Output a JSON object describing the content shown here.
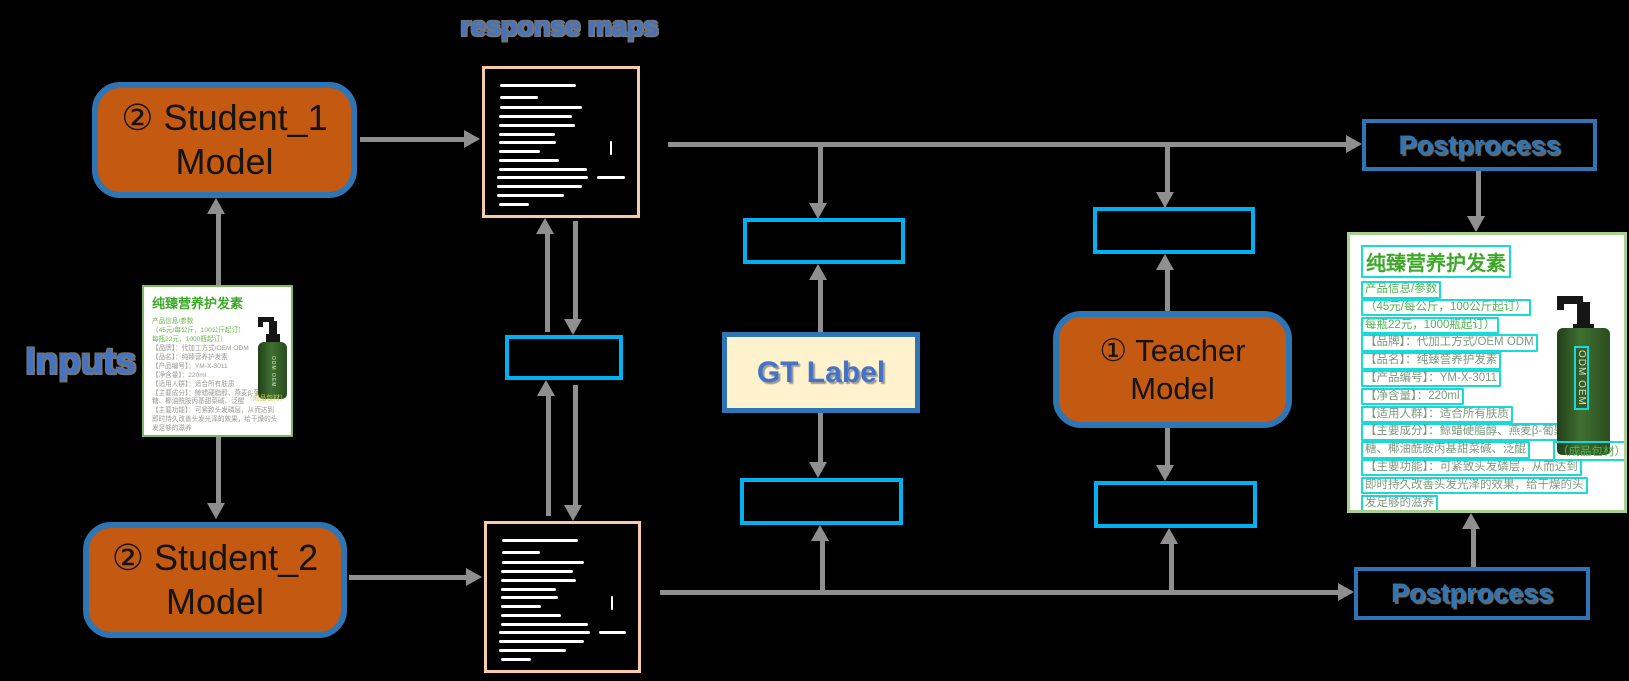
{
  "labels": {
    "inputs": "Inputs",
    "response_maps": "response maps",
    "gt_label": "GT Label",
    "postprocess_top": "Postprocess",
    "postprocess_bottom": "Postprocess"
  },
  "nodes": {
    "student1": {
      "line1": "② Student_1",
      "line2": "Model"
    },
    "student2": {
      "line1": "② Student_2",
      "line2": "Model"
    },
    "teacher": {
      "line1": "① Teacher",
      "line2": "Model"
    }
  },
  "product": {
    "title": "纯臻营养护发素",
    "lines": [
      {
        "text": "产品信息/参数",
        "tone": "green"
      },
      {
        "text": "（45元/每公斤，100公斤起订）",
        "tone": "green"
      },
      {
        "text": "每瓶22元，1000瓶起订）",
        "tone": "green"
      },
      {
        "text": "【品牌】：代加工方式/OEM ODM",
        "tone": "gray"
      },
      {
        "text": "【品名】：纯臻营养护发素",
        "tone": "gray"
      },
      {
        "text": "【产品编号】：YM-X-3011",
        "tone": "gray"
      },
      {
        "text": "【净含量】：220ml",
        "tone": "gray"
      },
      {
        "text": "【适用人群】：适合所有肤质",
        "tone": "gray"
      },
      {
        "text": "【主要成分】：鲸蜡硬脂醇、燕麦β-葡聚",
        "tone": "gray"
      },
      {
        "text": "糖、椰油酰胺丙基甜菜碱、泛醌",
        "tone": "gray"
      },
      {
        "text": "【主要功能】：可紧致头发磷层，从而达到",
        "tone": "gray"
      },
      {
        "text": "即时持久改善头发光泽的效果，给干燥的头",
        "tone": "gray"
      },
      {
        "text": "发足够的滋养",
        "tone": "gray"
      }
    ],
    "package_note": "（成品包材）",
    "bottle_label": "ODM OEM"
  },
  "response_map_segments": [
    [
      0.1,
      0.1,
      0.5
    ],
    [
      0.1,
      0.185,
      0.25
    ],
    [
      0.1,
      0.25,
      0.54
    ],
    [
      0.09,
      0.315,
      0.48
    ],
    [
      0.09,
      0.375,
      0.5
    ],
    [
      0.09,
      0.435,
      0.37
    ],
    [
      0.09,
      0.495,
      0.38
    ],
    [
      0.09,
      0.555,
      0.27
    ],
    [
      0.09,
      0.615,
      0.4
    ],
    [
      0.09,
      0.675,
      0.58
    ],
    [
      0.08,
      0.735,
      0.6
    ],
    [
      0.08,
      0.795,
      0.56
    ],
    [
      0.08,
      0.855,
      0.44
    ],
    [
      0.09,
      0.915,
      0.2
    ],
    [
      0.74,
      0.735,
      0.18
    ],
    [
      0.82,
      0.49,
      0.015,
      0.1
    ]
  ],
  "colors": {
    "background": "#000000",
    "model_fill": "#C45911",
    "model_border": "#2E75B6",
    "loss_border": "#00B0F0",
    "response_border": "#F7CBA9",
    "postprocess_border": "#2E75B6",
    "gt_fill": "#FFF2CC",
    "label_blue": "#4472C4",
    "arrow_gray": "#8F8F8F",
    "card_green_border": "#A9D18E",
    "detect_cyan": "#17DBDB",
    "text_green": "#54B054"
  }
}
